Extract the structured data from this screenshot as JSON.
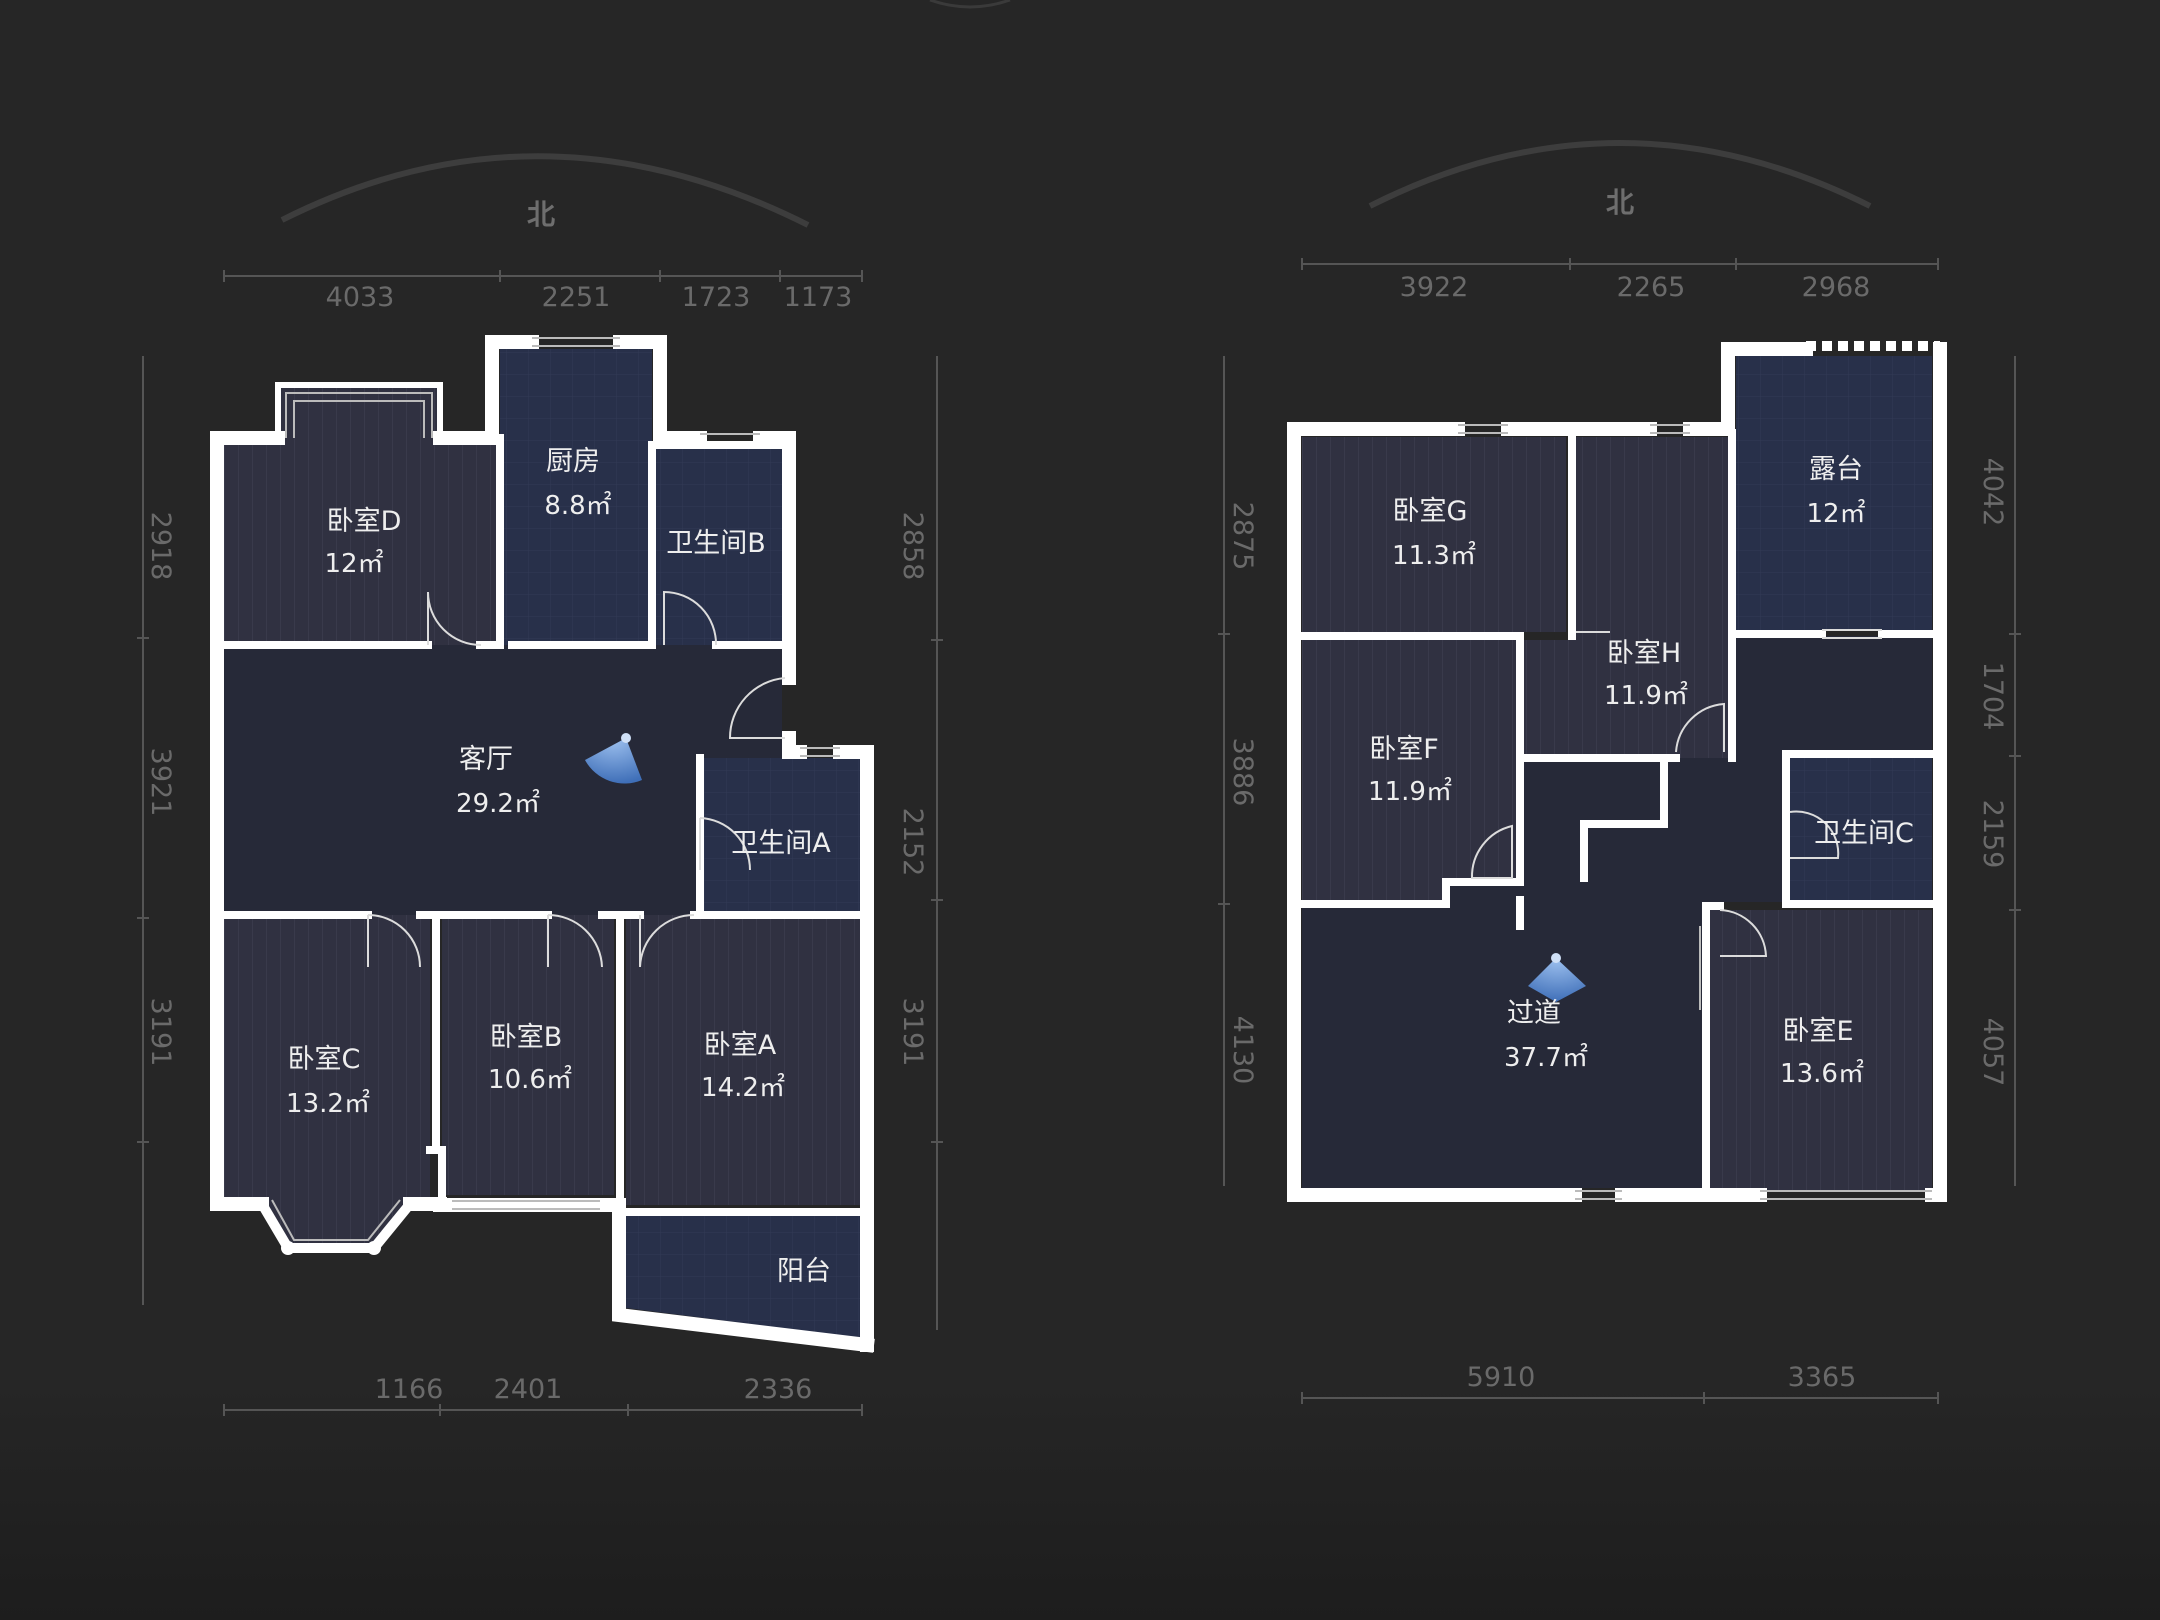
{
  "colors": {
    "background": "#262626",
    "room_dark": "#262938",
    "room_mid": "#2f3040",
    "room_navy": "#272c3e",
    "wall": "#ffffff",
    "dim_text": "#6a6a6a",
    "viewpoint": "#6f9fe0"
  },
  "floor1": {
    "north": "北",
    "dims_top": [
      "4033",
      "2251",
      "1723",
      "1173"
    ],
    "dims_bottom": [
      "1166",
      "2401",
      "2336"
    ],
    "dims_left": [
      "2918",
      "3921",
      "3191"
    ],
    "dims_right": [
      "2858",
      "2152",
      "3191"
    ],
    "rooms": {
      "bedroom_d": {
        "name": "卧室D",
        "area": "12㎡"
      },
      "kitchen": {
        "name": "厨房",
        "area": "8.8㎡"
      },
      "bath_b": {
        "name": "卫生间B"
      },
      "living": {
        "name": "客厅",
        "area": "29.2㎡"
      },
      "bath_a": {
        "name": "卫生间A"
      },
      "bedroom_c": {
        "name": "卧室C",
        "area": "13.2㎡"
      },
      "bedroom_b": {
        "name": "卧室B",
        "area": "10.6㎡"
      },
      "bedroom_a": {
        "name": "卧室A",
        "area": "14.2㎡"
      },
      "balcony": {
        "name": "阳台"
      }
    }
  },
  "floor2": {
    "north": "北",
    "dims_top": [
      "3922",
      "2265",
      "2968"
    ],
    "dims_bottom": [
      "5910",
      "3365"
    ],
    "dims_left": [
      "2875",
      "3886",
      "4130"
    ],
    "dims_right": [
      "4042",
      "1704",
      "2159",
      "4057"
    ],
    "rooms": {
      "bedroom_g": {
        "name": "卧室G",
        "area": "11.3㎡"
      },
      "bedroom_h": {
        "name": "卧室H",
        "area": "11.9㎡"
      },
      "terrace": {
        "name": "露台",
        "area": "12㎡"
      },
      "bedroom_f": {
        "name": "卧室F",
        "area": "11.9㎡"
      },
      "bath_c": {
        "name": "卫生间C"
      },
      "corridor": {
        "name": "过道",
        "area": "37.7㎡"
      },
      "bedroom_e": {
        "name": "卧室E",
        "area": "13.6㎡"
      }
    }
  }
}
